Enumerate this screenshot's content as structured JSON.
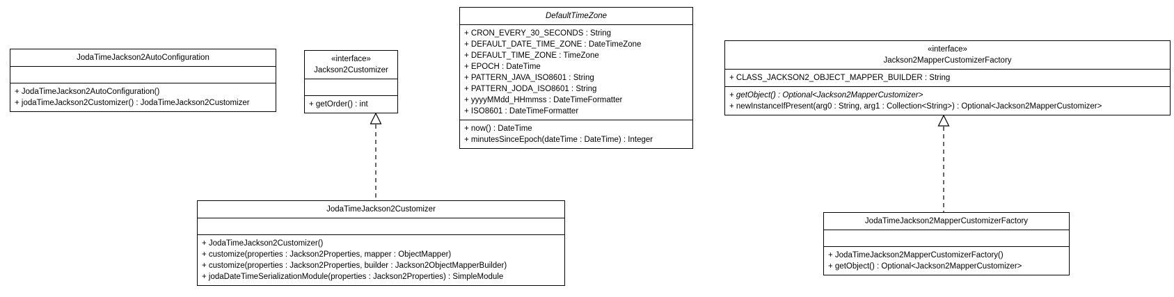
{
  "diagram": {
    "type": "uml-class-diagram",
    "background_color": "#ffffff",
    "line_color": "#000000",
    "classes": [
      {
        "name": "JodaTimeJackson2AutoConfiguration",
        "stereotype": "",
        "attributes": [],
        "methods": [
          "+ JodaTimeJackson2AutoConfiguration()",
          "+ jodaTimeJackson2Customizer() : JodaTimeJackson2Customizer"
        ]
      },
      {
        "name": "Jackson2Customizer",
        "stereotype": "«interface»",
        "attributes": [],
        "methods": [
          "+ getOrder() : int"
        ]
      },
      {
        "name": "DefaultTimeZone",
        "stereotype": "",
        "abstract": true,
        "attributes": [
          "+ CRON_EVERY_30_SECONDS : String",
          "+ DEFAULT_DATE_TIME_ZONE : DateTimeZone",
          "+ DEFAULT_TIME_ZONE : TimeZone",
          "+ EPOCH : DateTime",
          "+ PATTERN_JAVA_ISO8601 : String",
          "+ PATTERN_JODA_ISO8601 : String",
          "+ yyyyMMdd_HHmmss : DateTimeFormatter",
          "+ ISO8601 : DateTimeFormatter"
        ],
        "methods": [
          "+ now() : DateTime",
          "+ minutesSinceEpoch(dateTime : DateTime) : Integer"
        ]
      },
      {
        "name": "Jackson2MapperCustomizerFactory",
        "stereotype": "«interface»",
        "attributes": [
          "+ CLASS_JACKSON2_OBJECT_MAPPER_BUILDER : String"
        ],
        "methods": [
          "+ getObject() : Optional<Jackson2MapperCustomizer>",
          "+ newInstanceIfPresent(arg0 : String, arg1 : Collection<String>) : Optional<Jackson2MapperCustomizer>"
        ]
      },
      {
        "name": "JodaTimeJackson2Customizer",
        "stereotype": "",
        "attributes": [],
        "methods": [
          "+ JodaTimeJackson2Customizer()",
          "+ customize(properties : Jackson2Properties, mapper : ObjectMapper)",
          "+ customize(properties : Jackson2Properties, builder : Jackson2ObjectMapperBuilder)",
          "+ jodaDateTimeSerializationModule(properties : Jackson2Properties) : SimpleModule"
        ]
      },
      {
        "name": "JodaTimeJackson2MapperCustomizerFactory",
        "stereotype": "",
        "attributes": [],
        "methods": [
          "+ JodaTimeJackson2MapperCustomizerFactory()",
          "+ getObject() : Optional<Jackson2MapperCustomizer>"
        ]
      }
    ],
    "relationships": [
      {
        "from": "JodaTimeJackson2Customizer",
        "to": "Jackson2Customizer",
        "type": "realization",
        "line_style": "dashed",
        "arrowhead": "hollow-triangle"
      },
      {
        "from": "JodaTimeJackson2MapperCustomizerFactory",
        "to": "Jackson2MapperCustomizerFactory",
        "type": "realization",
        "line_style": "dashed",
        "arrowhead": "hollow-triangle"
      }
    ]
  }
}
